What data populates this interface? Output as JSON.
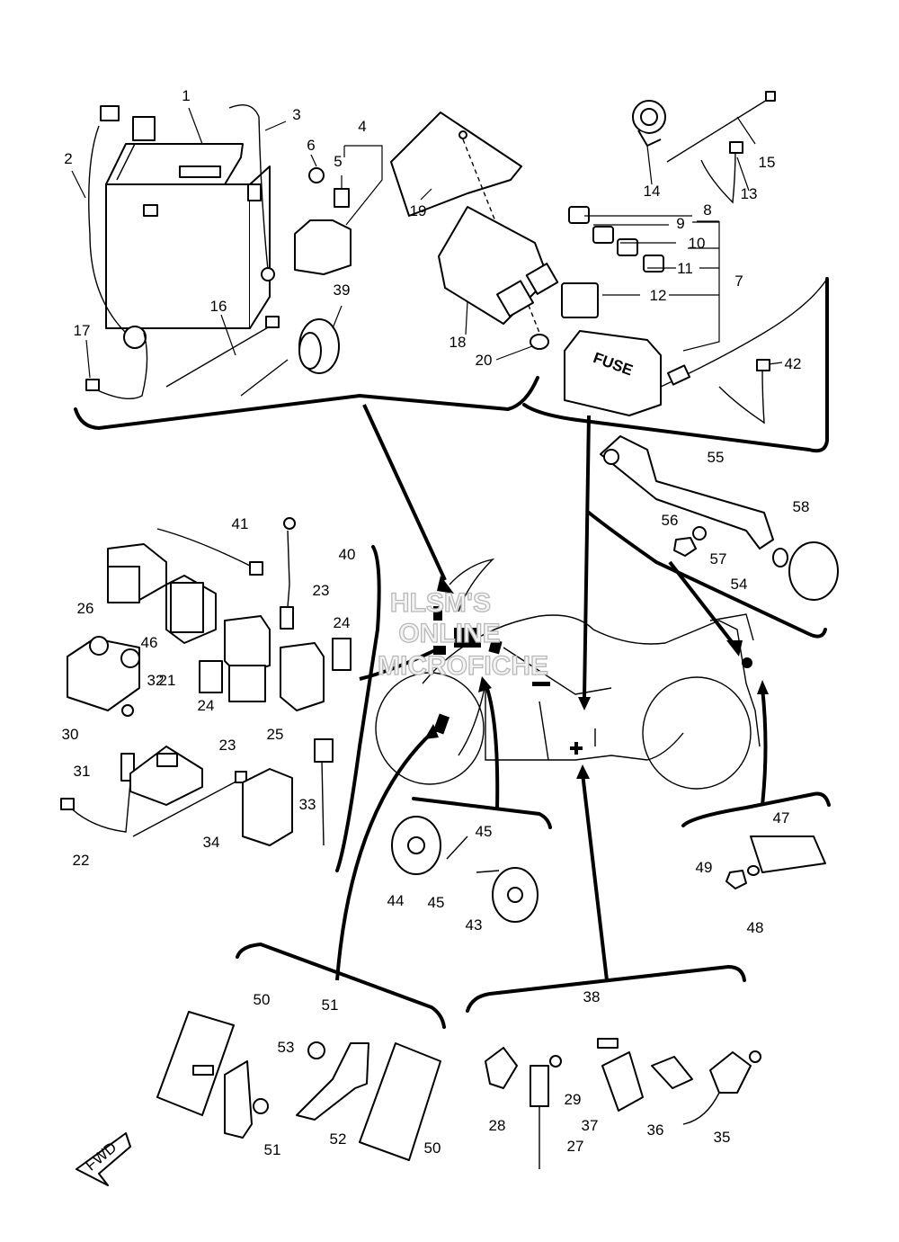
{
  "diagram": {
    "callouts": [
      "1",
      "2",
      "3",
      "4",
      "5",
      "6",
      "7",
      "8",
      "9",
      "10",
      "11",
      "12",
      "13",
      "14",
      "15",
      "16",
      "17",
      "18",
      "19",
      "20",
      "21",
      "22",
      "23",
      "24",
      "25",
      "26",
      "27",
      "28",
      "29",
      "30",
      "31",
      "32",
      "33",
      "34",
      "35",
      "36",
      "37",
      "38",
      "39",
      "40",
      "41",
      "42",
      "43",
      "44",
      "45",
      "46",
      "47",
      "48",
      "49",
      "50",
      "51",
      "52",
      "53",
      "54",
      "55",
      "56",
      "57",
      "58"
    ],
    "fuse_label": "FUSE",
    "fwd_label": "FWD",
    "watermark": [
      "HLSM'S",
      "ONLINE",
      "MICROFICHE"
    ]
  }
}
